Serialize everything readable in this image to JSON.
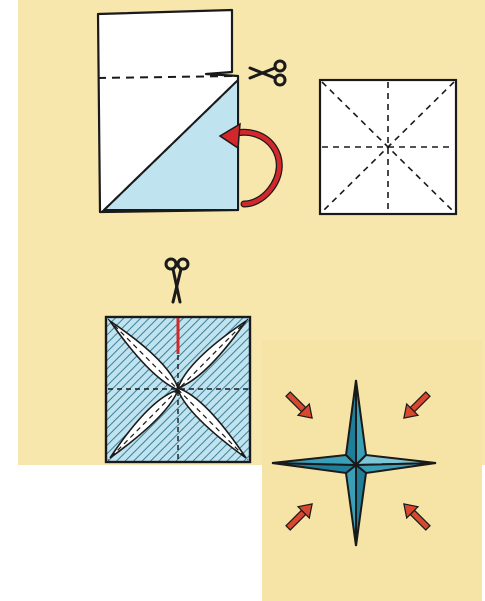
{
  "colors": {
    "background": "#f8e7ad",
    "paper": "#ffffff",
    "paper_fold": "#bfe3ef",
    "ink": "#1a1a1a",
    "arrow_red": "#d2282b",
    "star_dark": "#1f7f99",
    "star_mid": "#3aa0b8",
    "star_light": "#7cc6d6",
    "hatch": "#6aa8c0",
    "press_arrow": "#d8482e"
  },
  "steps": [
    {
      "id": "step1",
      "description_visible": false,
      "icons": [
        "scissors-icon",
        "fold-arrow-icon"
      ]
    },
    {
      "id": "step2",
      "description_visible": false,
      "icons": []
    },
    {
      "id": "step3",
      "description_visible": false,
      "icons": [
        "scissors-icon"
      ]
    },
    {
      "id": "step4",
      "description_visible": false,
      "icons": [
        "press-arrow-icon"
      ]
    }
  ]
}
